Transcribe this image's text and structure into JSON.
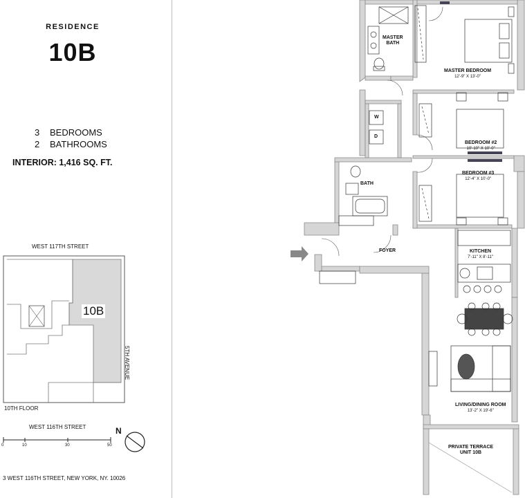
{
  "header": {
    "residence_label": "RESIDENCE",
    "unit": "10B"
  },
  "specs": {
    "bedrooms_count": "3",
    "bedrooms_label": "BEDROOMS",
    "bathrooms_count": "2",
    "bathrooms_label": "BATHROOMS",
    "interior": "INTERIOR: 1,416 SQ. FT."
  },
  "key_plan": {
    "north_street": "WEST 117TH STREET",
    "east_street": "5TH AVENUE",
    "unit_label": "10B",
    "floor": "10TH FLOOR",
    "south_street": "WEST 116TH STREET",
    "compass": "N",
    "scale_ticks": [
      "0",
      "10",
      "30",
      "50"
    ]
  },
  "address": "3 WEST 116TH STREET, NEW YORK,  NY. 10026",
  "rooms": {
    "master_bath": [
      "MASTER",
      "BATH"
    ],
    "master_bedroom": {
      "name": "MASTER BEDROOM",
      "dims": "12'-9\" X 13'-0\""
    },
    "bedroom2": {
      "name": "BEDROOM #2",
      "dims": "10'-10\" X 10'-0\""
    },
    "bedroom3": {
      "name": "BEDROOM #3",
      "dims": "12'-4\" X 10'-0\""
    },
    "bath": "BATH",
    "washer": "W",
    "dryer": "D",
    "foyer": "FOYER",
    "kitchen": {
      "name": "KITCHEN",
      "dims": "7'-11\" X 8'-11\""
    },
    "living": {
      "name": "LIVING/DINING ROOM",
      "dims": "13'-2\" X 19'-6\""
    },
    "terrace": {
      "name": "PRIVATE TERRACE",
      "sub": "UNIT 10B"
    }
  },
  "colors": {
    "wall": "#d6d6d6",
    "wall_stroke": "#888888",
    "keyplan_highlight": "#d9d9d9",
    "divider": "#bdbdbd"
  }
}
